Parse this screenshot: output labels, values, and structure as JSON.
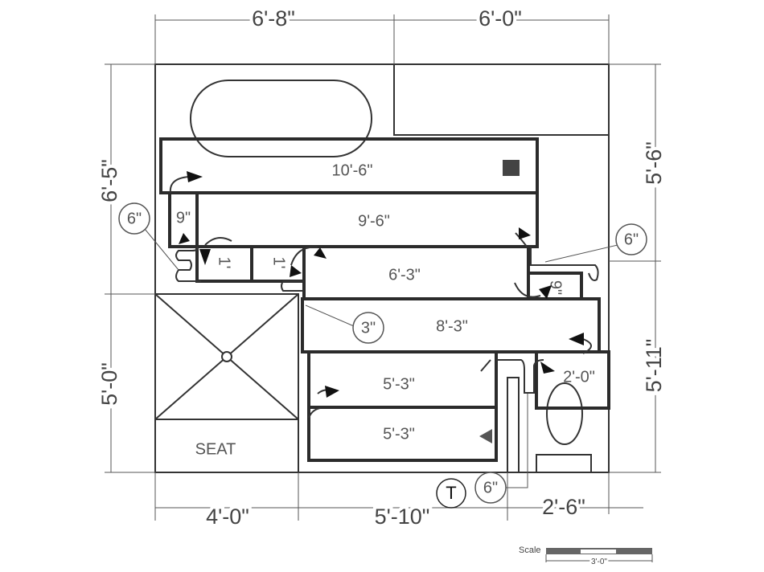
{
  "dimensions": {
    "top_left": "6'-8\"",
    "top_right": "6'-0\"",
    "left_upper": "6'-5\"",
    "left_lower": "5'-0\"",
    "right_upper": "5'-6\"",
    "right_lower": "5'-11\"",
    "bottom_left": "4'-0\"",
    "bottom_middle": "5'-10\"",
    "bottom_right": "2'-6\""
  },
  "pieces": {
    "p1": "10'-6\"",
    "p2": "9'-6\"",
    "p3": "9\"",
    "p4": "1'",
    "p5": "1'",
    "p6": "6'-3\"",
    "p7": "9\"",
    "p8": "8'-3\"",
    "p9": "2'-0\"",
    "p10": "5'-3\"",
    "p11": "5'-3\""
  },
  "callouts": {
    "c1": "6\"",
    "c2": "6\"",
    "c3": "3\"",
    "c4": "T",
    "c5": "6\""
  },
  "seat_label": "SEAT",
  "scale": {
    "label": "Scale",
    "length": "3'-0\""
  }
}
